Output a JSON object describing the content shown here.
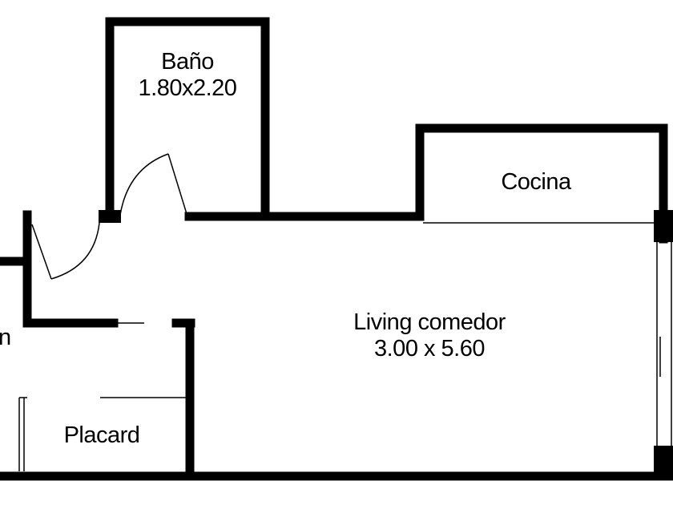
{
  "rooms": {
    "bano": {
      "name": "Baño",
      "dimensions": "1.80x2.20"
    },
    "cocina": {
      "name": "Cocina"
    },
    "living": {
      "name": "Living comedor",
      "dimensions": "3.00 x 5.60"
    },
    "placard": {
      "name": "Placard"
    },
    "cutoff_label": "n"
  },
  "colors": {
    "wall": "#000000",
    "background": "#ffffff"
  }
}
